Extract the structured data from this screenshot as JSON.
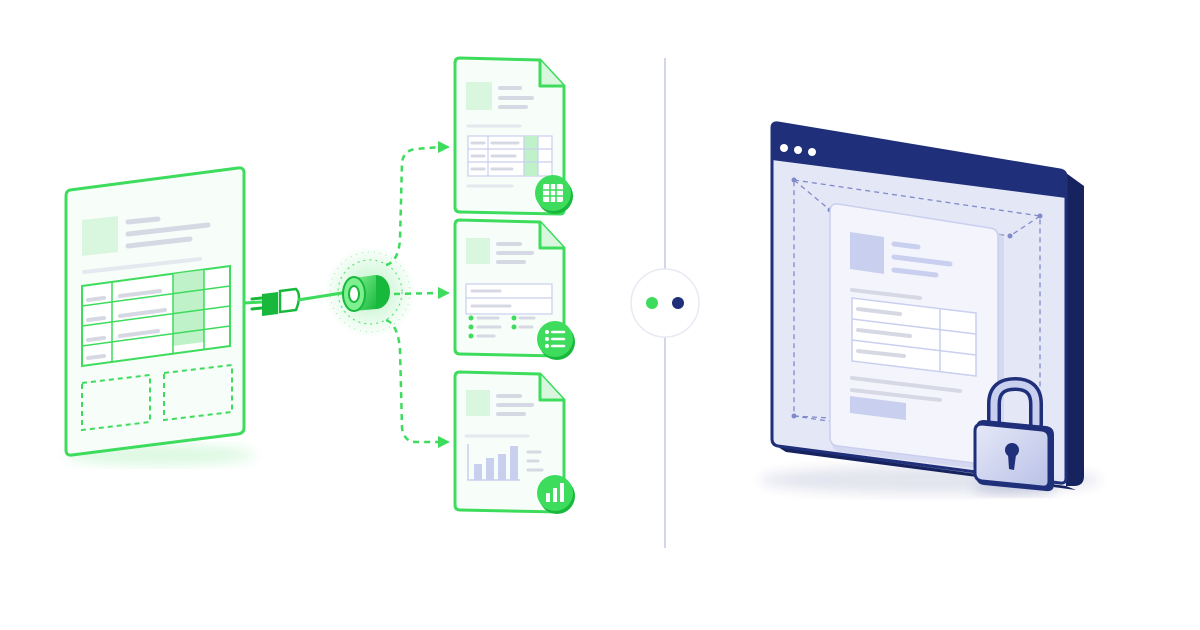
{
  "colors": {
    "green": "#3ddc5c",
    "green_dark": "#18b83c",
    "green_light": "#d9f7df",
    "green_pale": "#effcf1",
    "navy": "#1f2f7a",
    "navy_dark": "#17235e",
    "lavender": "#e4e7f6",
    "lavender_mid": "#c9cfee",
    "gray_line": "#d6d9e4",
    "divider": "#c4c8e6"
  },
  "left_panel": {
    "source_document": "table-document",
    "connector": "plug",
    "outputs": [
      "spreadsheet-document",
      "list-document",
      "chart-document"
    ]
  },
  "right_panel": {
    "window": "browser-window",
    "content": "secured-document",
    "overlay": "lock-icon"
  },
  "pager": {
    "dots": 2,
    "active_index": 0
  }
}
